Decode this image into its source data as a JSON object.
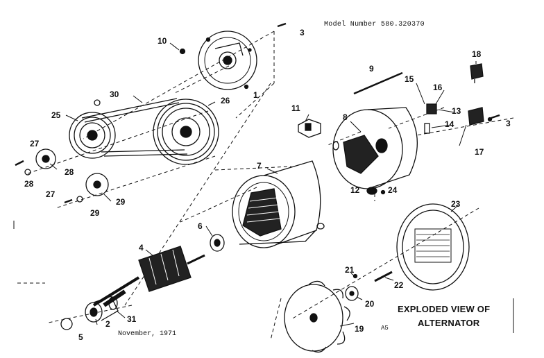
{
  "header": {
    "model_number": "Model Number 580.320370"
  },
  "footer": {
    "date": "November, 1971",
    "sheet_code": "A5"
  },
  "title": {
    "line1": "EXPLODED VIEW OF",
    "line2": "ALTERNATOR"
  },
  "part_numbers": [
    "1",
    "2",
    "3",
    "3",
    "4",
    "5",
    "6",
    "7",
    "8",
    "9",
    "10",
    "11",
    "12",
    "13",
    "14",
    "15",
    "16",
    "17",
    "18",
    "19",
    "20",
    "21",
    "22",
    "23",
    "24",
    "25",
    "26",
    "27",
    "27",
    "28",
    "28",
    "29",
    "29",
    "30",
    "31"
  ]
}
